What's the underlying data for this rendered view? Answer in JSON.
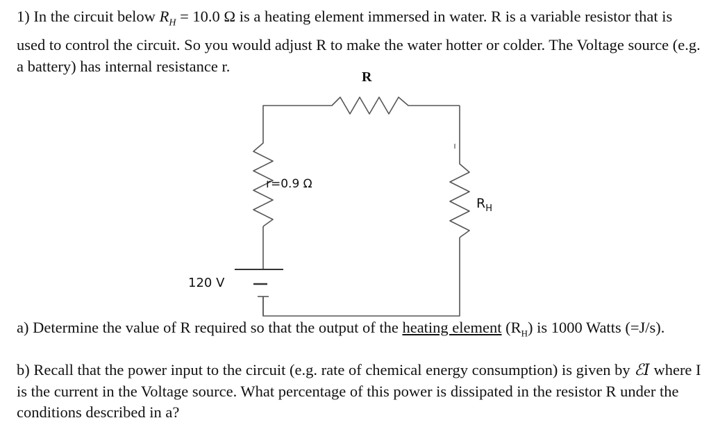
{
  "problem": {
    "intro_prefix": "1) In the circuit below",
    "rh_symbol": "R",
    "rh_sub": "H",
    "rh_value": "= 10.0 Ω is a heating element immersed in water. R is a variable resistor that is used to control the circuit. So you would adjust R to make the water hotter or colder. The Voltage source (e.g. a battery) has internal resistance r."
  },
  "circuit": {
    "r_label": "R",
    "internal_label": "r=0.9 Ω",
    "rh_label_main": "R",
    "rh_label_sub": "H",
    "voltage_label": "120 V"
  },
  "question_a": {
    "prefix": "a) Determine the value of R required so that the output of the",
    "link": "heating element",
    "paren_open": " (R",
    "sub": "H",
    "suffix": ") is 1000 Watts (=J/s)."
  },
  "question_b": {
    "prefix": "b) Recall that the power input to the circuit (e.g. rate of chemical energy consumption) is given by",
    "emf_symbol": "ℰI",
    "suffix": "where I is the current in the Voltage source. What percentage of this power is dissipated in the resistor R under the conditions described in a?"
  }
}
